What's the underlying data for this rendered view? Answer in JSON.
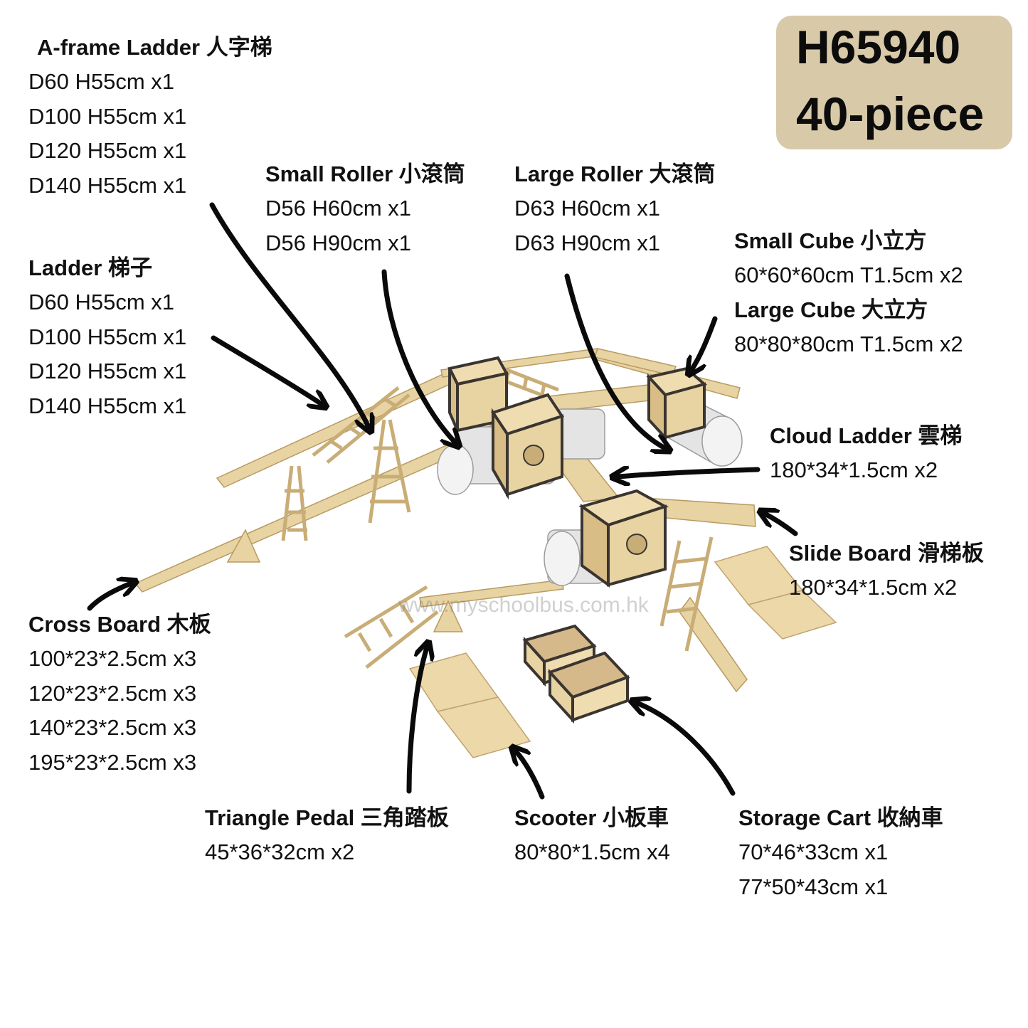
{
  "badge": {
    "code": "H65940",
    "count": "40-piece"
  },
  "watermark": "www.myschoolbus.com.hk",
  "colors": {
    "wood": "#e8d3a2",
    "wood_dark": "#c9ad76",
    "frame": "#3a3530",
    "roller": "#e4e4e4",
    "badge_bg": "#d8c9a9",
    "arrow": "#0a0a0a"
  },
  "items": {
    "a_frame_ladder": {
      "title": "A-frame Ladder 人字梯",
      "lines": [
        "D60 H55cm x1",
        "D100 H55cm x1",
        "D120 H55cm x1",
        "D140 H55cm x1"
      ]
    },
    "ladder": {
      "title": "Ladder 梯子",
      "lines": [
        "D60 H55cm x1",
        "D100 H55cm x1",
        "D120 H55cm x1",
        "D140 H55cm x1"
      ]
    },
    "small_roller": {
      "title": "Small Roller 小滾筒",
      "lines": [
        "D56 H60cm x1",
        "D56 H90cm x1"
      ]
    },
    "large_roller": {
      "title": "Large Roller 大滾筒",
      "lines": [
        "D63 H60cm x1",
        "D63 H90cm x1"
      ]
    },
    "small_cube": {
      "title": "Small Cube 小立方",
      "lines": [
        "60*60*60cm T1.5cm x2"
      ]
    },
    "large_cube": {
      "title": "Large Cube 大立方",
      "lines": [
        "80*80*80cm T1.5cm x2"
      ]
    },
    "cloud_ladder": {
      "title": "Cloud Ladder 雲梯",
      "lines": [
        "180*34*1.5cm x2"
      ]
    },
    "slide_board": {
      "title": "Slide Board 滑梯板",
      "lines": [
        "180*34*1.5cm x2"
      ]
    },
    "cross_board": {
      "title": "Cross Board 木板",
      "lines": [
        "100*23*2.5cm x3",
        "120*23*2.5cm x3",
        "140*23*2.5cm x3",
        "195*23*2.5cm x3"
      ]
    },
    "triangle_pedal": {
      "title": "Triangle Pedal 三角踏板",
      "lines": [
        "45*36*32cm x2"
      ]
    },
    "scooter": {
      "title": "Scooter 小板車",
      "lines": [
        "80*80*1.5cm x4"
      ]
    },
    "storage_cart": {
      "title": "Storage Cart 收納車",
      "lines": [
        "70*46*33cm x1",
        "77*50*43cm x1"
      ]
    }
  }
}
